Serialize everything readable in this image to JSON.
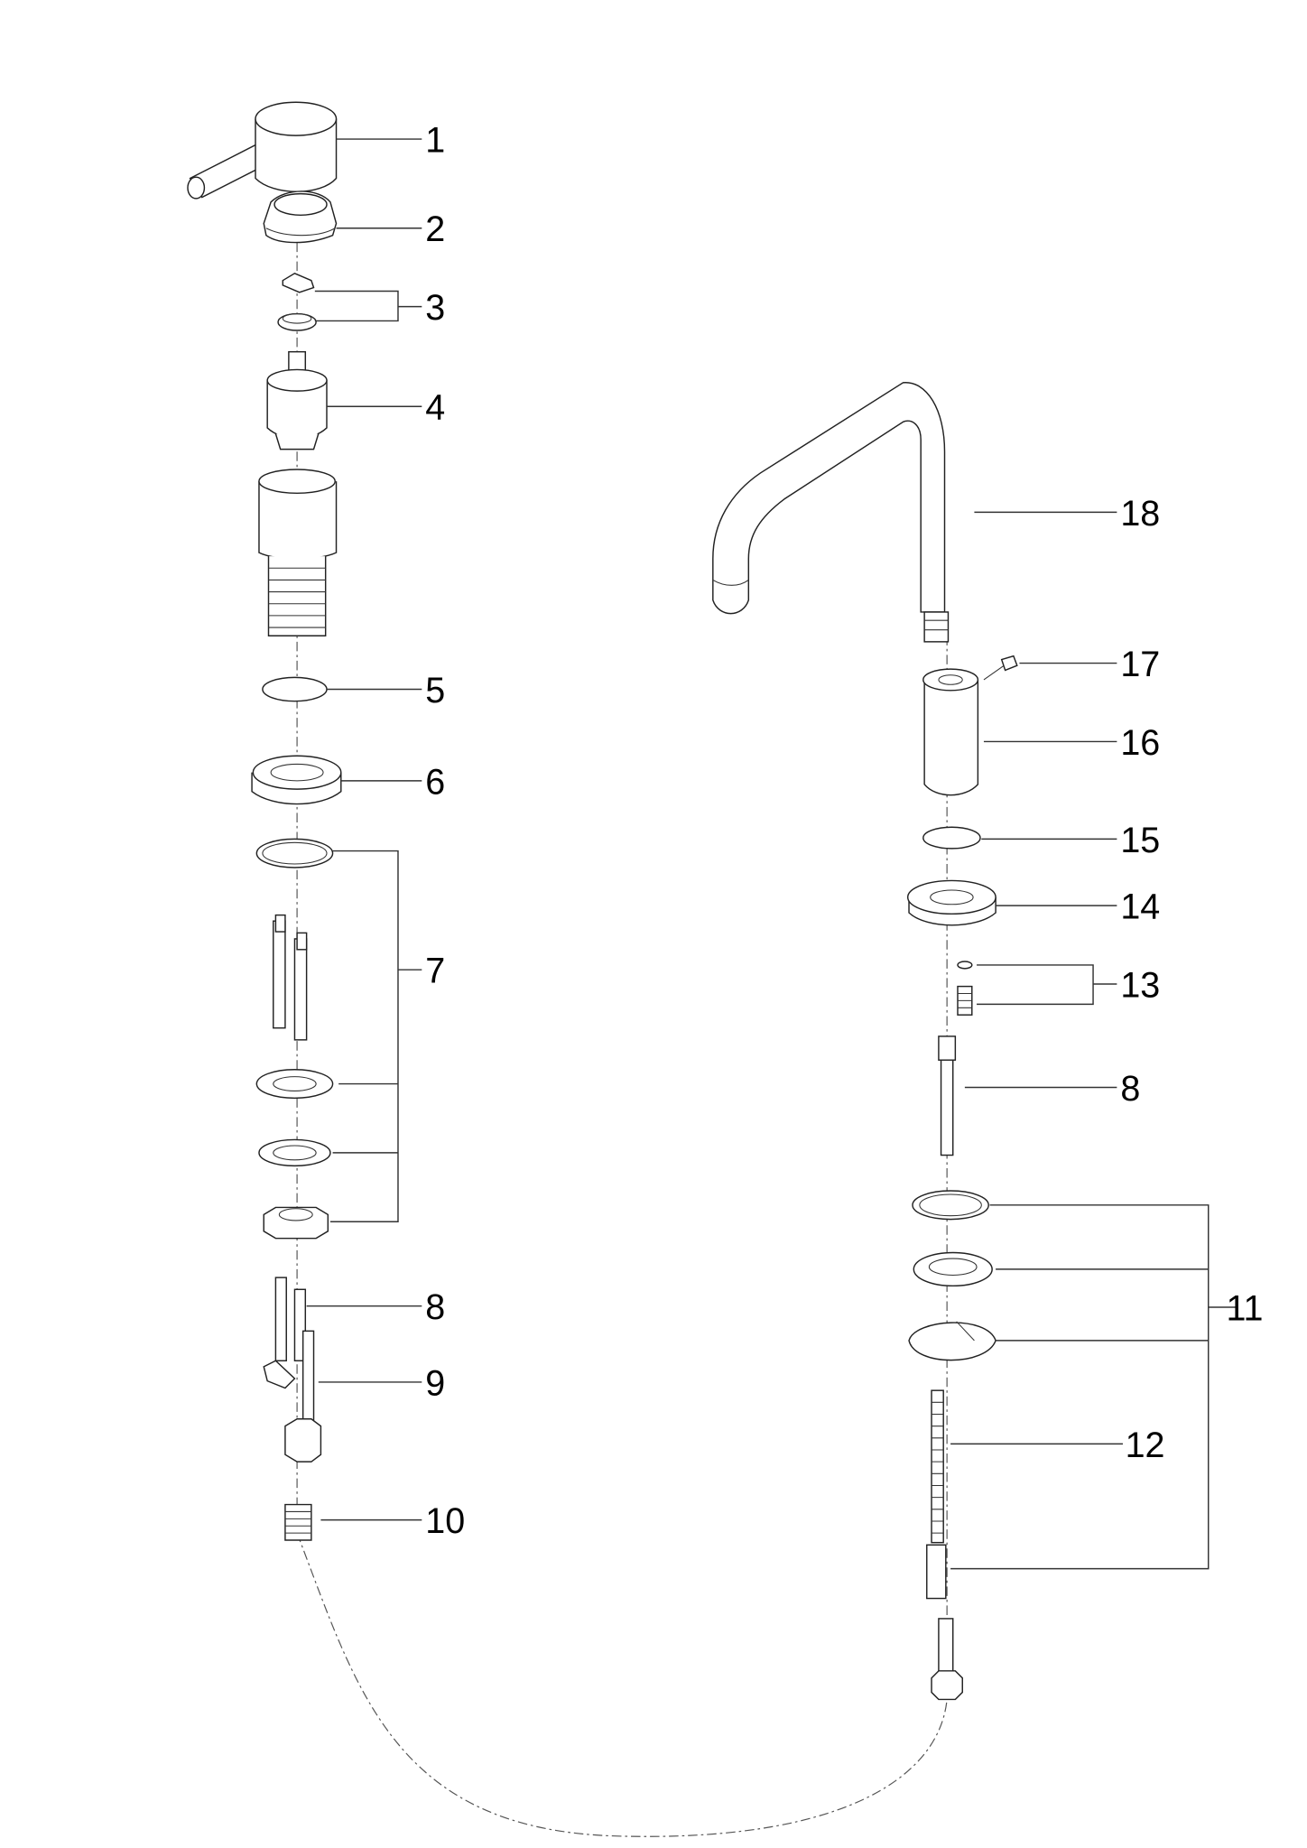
{
  "diagram": {
    "type": "exploded parts diagram (faucet)",
    "left_assembly_labels": [
      "1",
      "2",
      "3",
      "4",
      "5",
      "6",
      "7",
      "8",
      "9",
      "10"
    ],
    "right_assembly_labels": [
      "18",
      "17",
      "16",
      "15",
      "14",
      "13",
      "8",
      "11",
      "12"
    ]
  }
}
